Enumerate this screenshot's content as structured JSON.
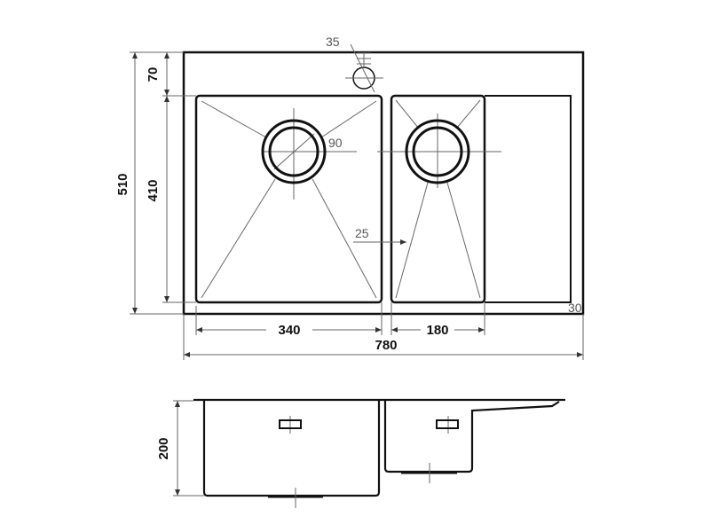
{
  "drawing": {
    "title": "Double bowl sink with drainboard - technical drawing",
    "top_view": {
      "dim_total_depth": "510",
      "dim_front_margin": "70",
      "dim_bowl_depth": "410",
      "dim_left_bowl_width": "340",
      "dim_right_bowl_width": "180",
      "dim_total_width": "780",
      "dim_drain_diameter": "90",
      "dim_bowl_gap": "25",
      "dim_tap_hole": "35",
      "dim_edge": "30"
    },
    "side_view": {
      "dim_bowl_height": "200"
    },
    "colors": {
      "line": "#111111",
      "aux": "#666666"
    }
  }
}
